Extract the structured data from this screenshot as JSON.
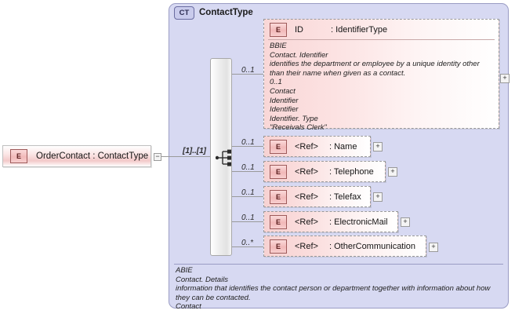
{
  "diagram": {
    "type": "xsd-schema-diagram",
    "root_element": {
      "icon": "element-icon",
      "label": "OrderContact : ContactType",
      "collapse_glyph": "−",
      "occurrence": "[1]..[1]"
    },
    "complex_type": {
      "badge": "CT",
      "title": "ContactType",
      "compositor": "sequence"
    },
    "children": [
      {
        "occurrence": "0..1",
        "icon": "element-icon",
        "badge": "E",
        "name": "ID",
        "type": ": IdentifierType",
        "expander": "+",
        "annotation": [
          "BBIE",
          "Contact. Identifier",
          "identifies the department or employee by a unique identity other than their name when given as a contact.",
          "0..1",
          "Contact",
          "Identifier",
          "Identifier",
          "Identifier. Type",
          "\"Receivals Clerk\""
        ]
      },
      {
        "occurrence": "0..1",
        "badge": "E",
        "name": "<Ref>",
        "type": ": Name",
        "expander": "+"
      },
      {
        "occurrence": "0..1",
        "badge": "E",
        "name": "<Ref>",
        "type": ": Telephone",
        "expander": "+"
      },
      {
        "occurrence": "0..1",
        "badge": "E",
        "name": "<Ref>",
        "type": ": Telefax",
        "expander": "+"
      },
      {
        "occurrence": "0..1",
        "badge": "E",
        "name": "<Ref>",
        "type": ": ElectronicMail",
        "expander": "+"
      },
      {
        "occurrence": "0..*",
        "badge": "E",
        "name": "<Ref>",
        "type": ": OtherCommunication",
        "expander": "+"
      }
    ],
    "type_annotation": [
      "ABIE",
      "Contact. Details",
      "information that identifies the contact person or department together with information about how they can be contacted.",
      "Contact"
    ]
  },
  "colors": {
    "container_fill": "#d7d9f2",
    "container_border": "#9a9cc4",
    "element_pink": "#f7d2d2",
    "badge_border": "#9e5a5a",
    "line": "#9a9a9a"
  }
}
